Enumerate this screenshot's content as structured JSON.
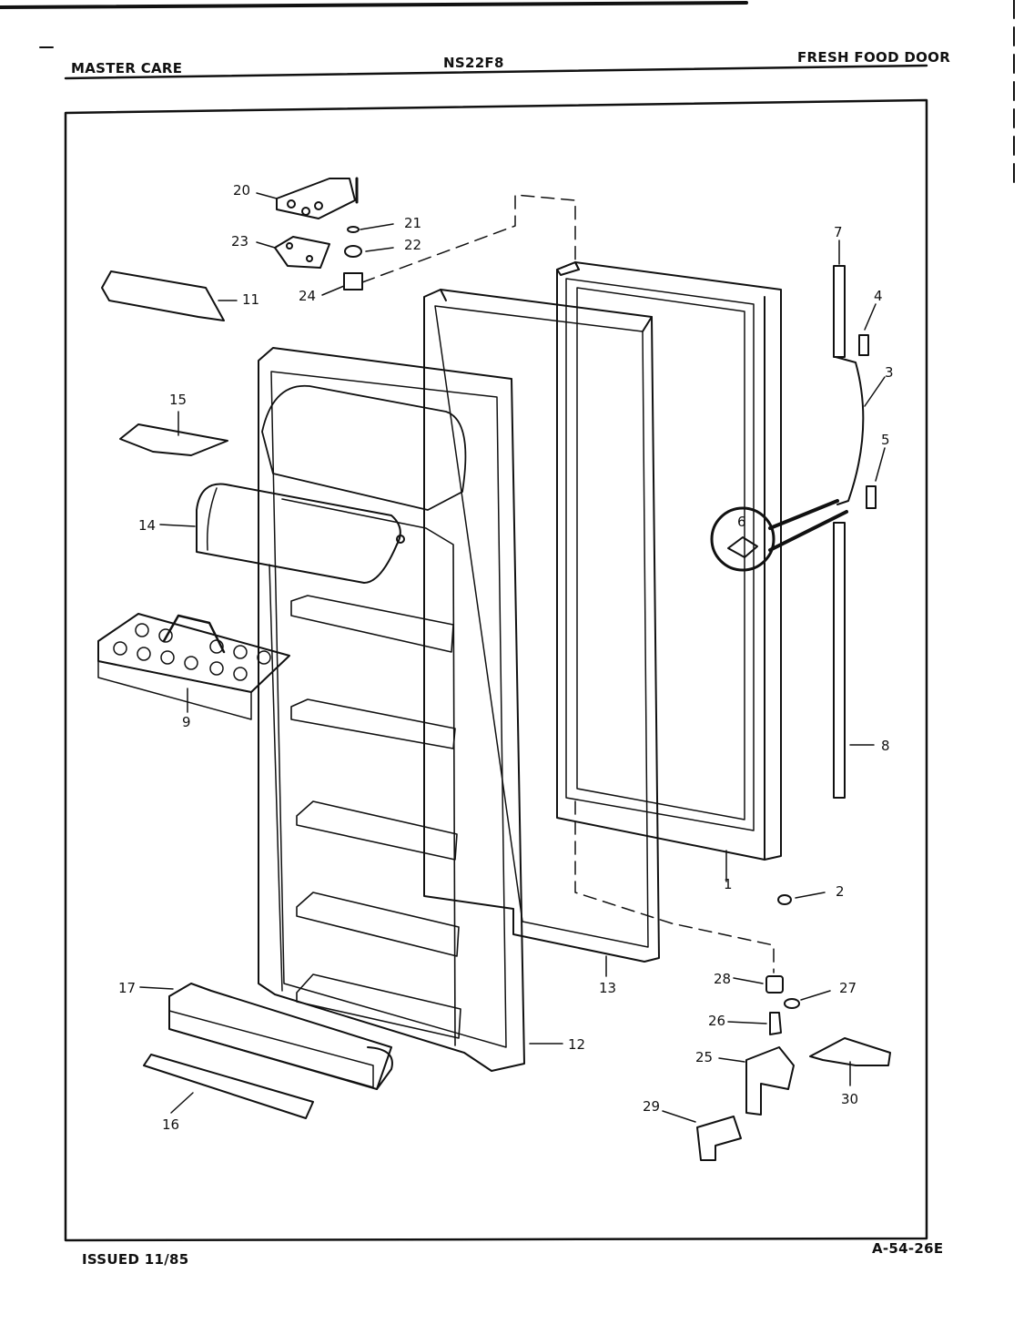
{
  "header": {
    "brand": "MASTER CARE",
    "model": "NS22F8",
    "section": "FRESH FOOD DOOR"
  },
  "footer": {
    "issued": "ISSUED 11/85",
    "code": "A-54-26E"
  },
  "callouts": [
    "1",
    "2",
    "3",
    "4",
    "5",
    "6",
    "7",
    "8",
    "9",
    "11",
    "12",
    "13",
    "14",
    "15",
    "16",
    "17",
    "20",
    "21",
    "22",
    "23",
    "24",
    "25",
    "26",
    "27",
    "28",
    "29",
    "30"
  ]
}
